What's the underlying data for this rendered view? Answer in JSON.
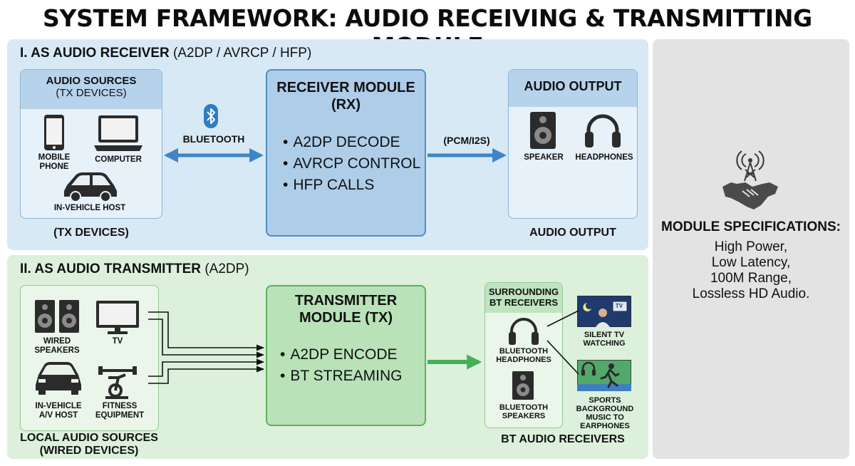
{
  "title": "SYSTEM FRAMEWORK: AUDIO RECEIVING & TRANSMITTING MODULE",
  "receiver_section": {
    "heading_bold": "I. AS AUDIO RECEIVER",
    "heading_rest": " (A2DP / AVRCP / HFP)",
    "sources": {
      "header_bold": "AUDIO SOURCES",
      "header_sub": "(TX DEVICES)",
      "devices": [
        "MOBILE PHONE",
        "COMPUTER",
        "IN-VEHICLE HOST"
      ],
      "footer": "(TX DEVICES)"
    },
    "link_label": "BLUETOOTH",
    "module": {
      "title_line1": "RECEIVER MODULE",
      "title_line2": "(RX)",
      "features": [
        "A2DP DECODE",
        "AVRCP CONTROL",
        "HFP CALLS"
      ]
    },
    "output_link_label": "(PCM/I2S)",
    "output": {
      "header": "AUDIO OUTPUT",
      "devices": [
        "SPEAKER",
        "HEADPHONES"
      ],
      "footer": "AUDIO OUTPUT"
    }
  },
  "transmitter_section": {
    "heading_bold": "II. AS AUDIO TRANSMITTER",
    "heading_rest": " (A2DP)",
    "sources": {
      "devices": [
        "WIRED SPEAKERS",
        "TV",
        "IN-VEHICLE A/V HOST",
        "FITNESS EQUIPMENT"
      ],
      "footer_line1": "LOCAL AUDIO SOURCES",
      "footer_line2": "(WIRED DEVICES)"
    },
    "module": {
      "title_line1": "TRANSMITTER",
      "title_line2": "MODULE (TX)",
      "features": [
        "A2DP ENCODE",
        "BT STREAMING"
      ]
    },
    "receivers": {
      "header_line1": "SURROUNDING",
      "header_line2": "BT RECEIVERS",
      "devices": [
        "BLUETOOTH HEADPHONES",
        "BLUETOOTH SPEAKERS"
      ],
      "footer": "BT AUDIO RECEIVERS"
    },
    "scenarios": [
      "SILENT TV WATCHING",
      "SPORTS BACKGROUND MUSIC TO EARPHONES"
    ],
    "tv_badge": "TV"
  },
  "specifications": {
    "title": "MODULE SPECIFICATIONS:",
    "lines": [
      "High Power,",
      "Low Latency,",
      "100M Range,",
      "Lossless HD Audio."
    ]
  },
  "colors": {
    "receiver_panel": "#d8e9f6",
    "transmitter_panel": "#dcf0dc",
    "spec_panel": "#e3e3e3",
    "receiver_arrow": "#3f86c6",
    "transmitter_arrow": "#44b05a"
  },
  "icons": [
    "bluetooth-icon",
    "mobile-phone-icon",
    "computer-icon",
    "car-icon",
    "speaker-icon",
    "headphones-icon",
    "tv-icon",
    "fitness-bike-icon",
    "antenna-icon",
    "handshake-icon",
    "runner-icon"
  ]
}
